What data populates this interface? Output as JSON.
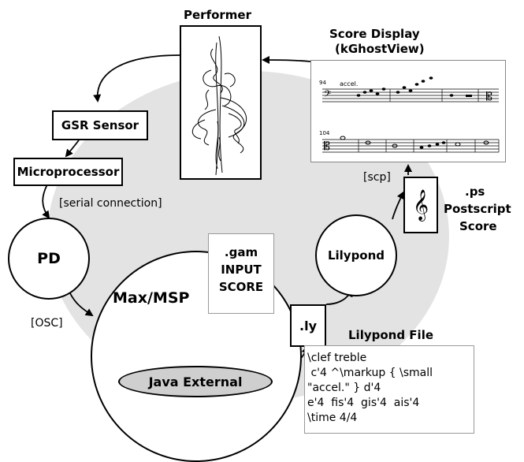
{
  "nodes": {
    "performer": "Performer",
    "score_display_line1": "Score Display",
    "score_display_line2": "(kGhostView)",
    "gsr_sensor": "GSR Sensor",
    "microprocessor": "Microprocessor",
    "pd": "PD",
    "max_msp": "Max/MSP",
    "java_external": "Java External",
    "gam_line1": ".gam",
    "gam_line2": "INPUT",
    "gam_line3": "SCORE",
    "lilypond": "Lilypond",
    "ly": ".ly",
    "ps_line1": ".ps",
    "ps_line2": "Postscript",
    "ps_line3": "Score"
  },
  "labels": {
    "serial_connection": "[serial connection]",
    "osc": "[OSC]",
    "scp": "[scp]",
    "lilypond_file": "Lilypond File"
  },
  "score_snippet": {
    "measure_a": "94",
    "tempo_mark": "accel.",
    "measure_b": "104"
  },
  "code_lines": [
    "\\clef treble",
    " c'4 ^\\markup { \\small",
    "\"accel.\" } d'4",
    "e'4  fis'4  gis'4  ais'4",
    "\\time 4/4"
  ]
}
